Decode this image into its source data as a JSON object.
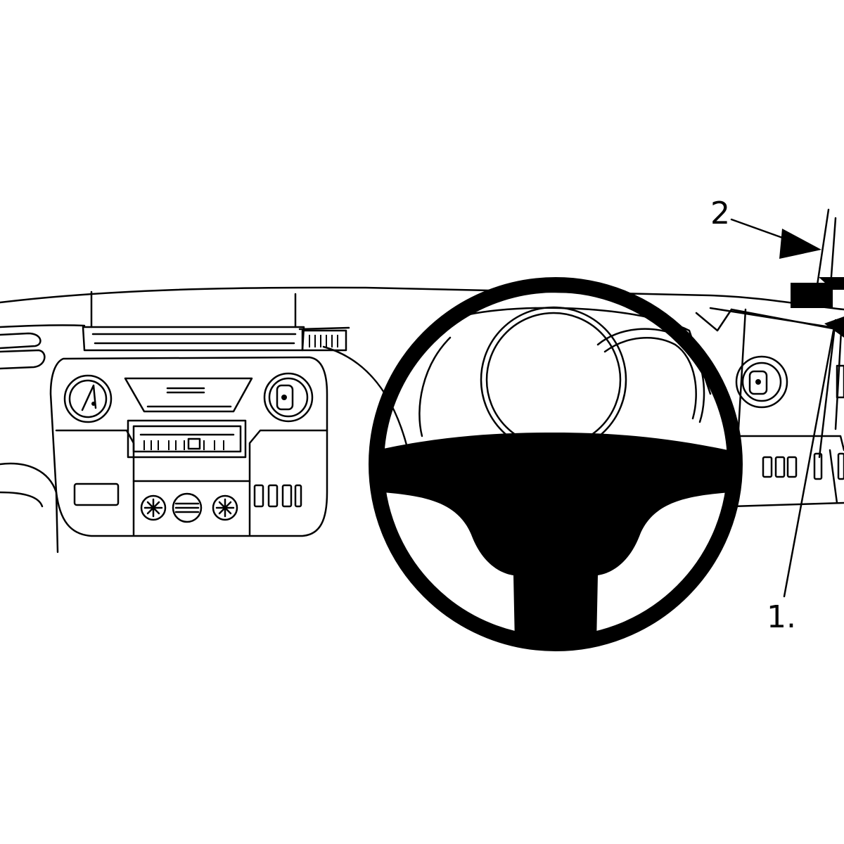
{
  "colors": {
    "background": "#ffffff",
    "ink": "#000000"
  },
  "callouts": [
    {
      "id": "callout-2",
      "label": "2"
    },
    {
      "id": "callout-1",
      "label": "1."
    }
  ]
}
